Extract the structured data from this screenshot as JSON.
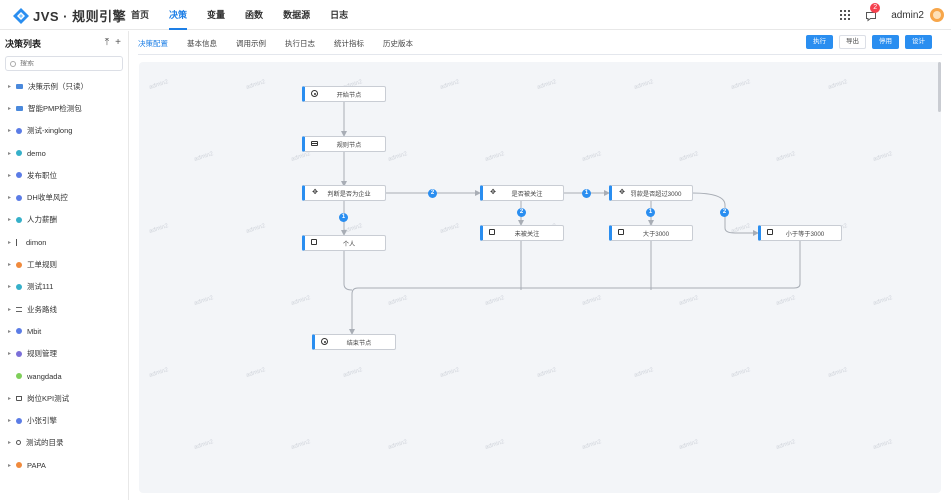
{
  "app": {
    "logo_text": "JVS · 规则引擎"
  },
  "nav": {
    "items": [
      "首页",
      "决策",
      "变量",
      "函数",
      "数据源",
      "日志"
    ],
    "active_index": 1
  },
  "header": {
    "notification_count": "2",
    "username": "admin2"
  },
  "sidebar": {
    "title": "决策列表",
    "search_placeholder": "搜索",
    "items": [
      {
        "label": "决策示例（只读）",
        "icon": "folder-icon",
        "color": "#4a89dc",
        "caret": true
      },
      {
        "label": "智能PMP检测包",
        "icon": "folder-icon",
        "color": "#4a89dc",
        "caret": true
      },
      {
        "label": "测试-xinglong",
        "icon": "dot-icon",
        "color": "#5b7ce6",
        "caret": true
      },
      {
        "label": "demo",
        "icon": "dot-icon",
        "color": "#36b0c9",
        "caret": true
      },
      {
        "label": "发布职位",
        "icon": "dot-icon",
        "color": "#5b7ce6",
        "caret": true
      },
      {
        "label": "DH收单风控",
        "icon": "dot-icon",
        "color": "#5b7ce6",
        "caret": true
      },
      {
        "label": "人力薪酬",
        "icon": "dot-icon",
        "color": "#36b0c9",
        "caret": true
      },
      {
        "label": "dimon",
        "icon": "branch-icon",
        "color": "#555555",
        "caret": true
      },
      {
        "label": "工单规则",
        "icon": "dot-icon",
        "color": "#f08a3c",
        "caret": true
      },
      {
        "label": "测试111",
        "icon": "dot-icon",
        "color": "#36b0c9",
        "caret": true
      },
      {
        "label": "业务路线",
        "icon": "lines-icon",
        "color": "#666666",
        "caret": true
      },
      {
        "label": "Mbit",
        "icon": "dot-icon",
        "color": "#5b7ce6",
        "caret": true
      },
      {
        "label": "规则管理",
        "icon": "dot-icon",
        "color": "#7b6fd8",
        "caret": true
      },
      {
        "label": "wangdada",
        "icon": "dot-icon",
        "color": "#7fcf5a",
        "caret": false
      },
      {
        "label": "岗位KPI测试",
        "icon": "house-icon",
        "color": "#555555",
        "caret": true
      },
      {
        "label": "小张引擎",
        "icon": "dot-icon",
        "color": "#5b7ce6",
        "caret": true
      },
      {
        "label": "测试的目录",
        "icon": "person-icon",
        "color": "#555555",
        "caret": true
      },
      {
        "label": "PAPA",
        "icon": "dot-icon",
        "color": "#f08a3c",
        "caret": true
      }
    ]
  },
  "tabs": {
    "items": [
      "决策配置",
      "基本信息",
      "调用示例",
      "执行日志",
      "统计指标",
      "历史版本"
    ],
    "active_index": 0
  },
  "actions": {
    "run": "执行",
    "export": "导出",
    "disable": "停用",
    "design": "设计"
  },
  "flow": {
    "nodes": {
      "start": "开始节点",
      "rule": "规则节点",
      "judge_company": "判断是否为企业",
      "person": "个人",
      "judge_followed": "是否被关注",
      "not_followed": "未被关注",
      "judge_fine": "罚款是否超过3000",
      "gt3000": "大于3000",
      "le3000": "小于等于3000",
      "end": "结束节点"
    },
    "badges": {
      "company_yes": "1",
      "company_no": "2",
      "followed_yes": "1",
      "followed_no": "2",
      "fine_yes": "1",
      "fine_no": "2"
    },
    "watermark": "admin2"
  },
  "colors": {
    "accent": "#2a8ef0",
    "canvas": "#f3f5f8"
  }
}
